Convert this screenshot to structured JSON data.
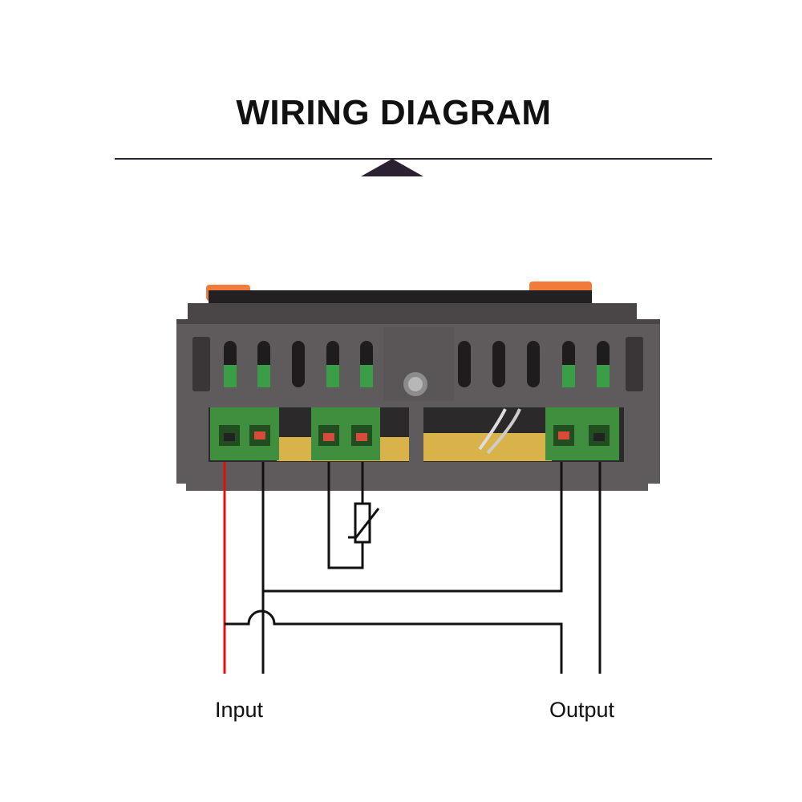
{
  "header": {
    "title": "WIRING DIAGRAM"
  },
  "labels": {
    "input": "Input",
    "output": "Output"
  },
  "colors": {
    "housing": "#5f5a5c",
    "housing_dark": "#3d393b",
    "terminal_green": "#3f8f3f",
    "orange_clip": "#f27a3a",
    "input_wire_red": "#e01010",
    "wire_black": "#111111",
    "rule_dark": "#2a2230"
  },
  "terminal_groups": [
    {
      "name": "power",
      "count": 2
    },
    {
      "name": "sensor",
      "count": 2
    },
    {
      "name": "relay",
      "count": 2
    }
  ],
  "components": [
    "controller-housing",
    "terminal-blocks",
    "thermistor",
    "input-wires",
    "output-wires"
  ]
}
